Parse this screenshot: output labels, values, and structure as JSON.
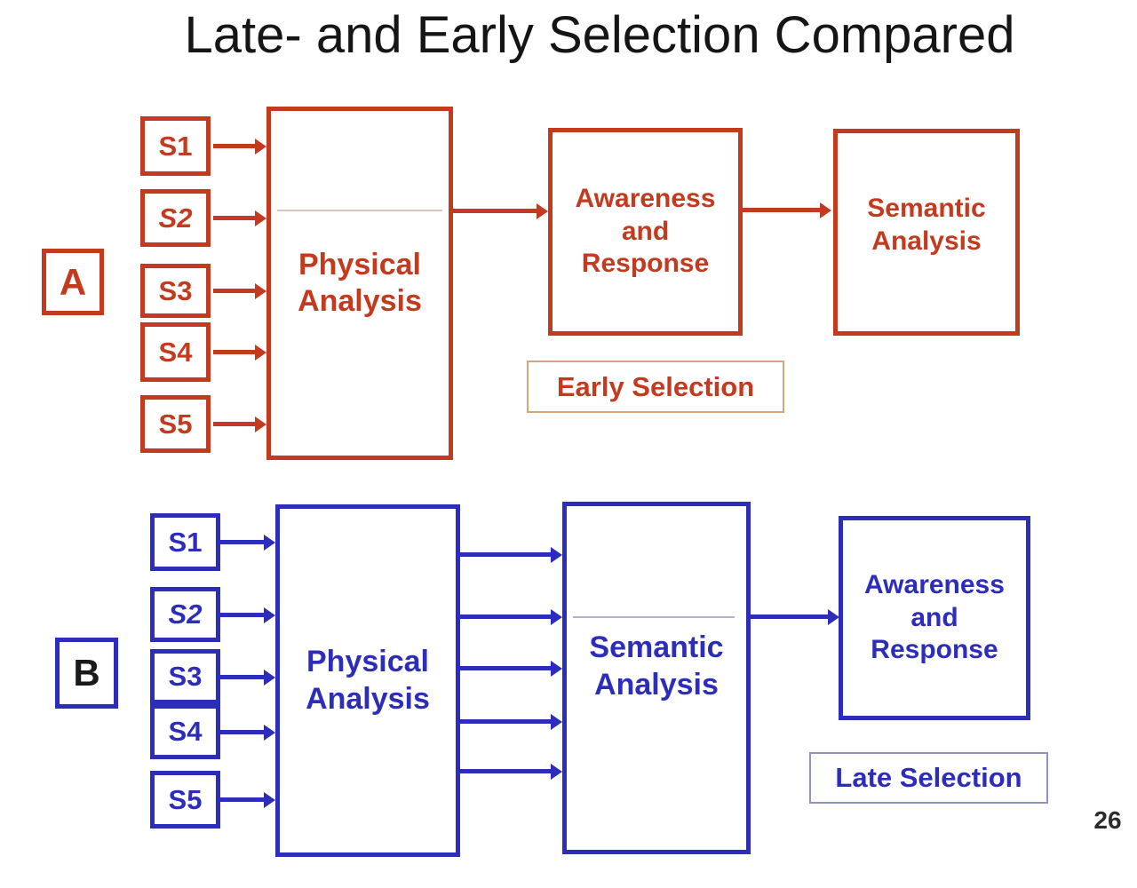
{
  "title": "Late- and Early Selection Compared",
  "page_number": "26",
  "colors": {
    "panel_a_red": "#c43a1e",
    "panel_b_blue": "#2d2dbb",
    "panel_b_label_text": "#1a1a1a",
    "early_caption_border": "#d8a47e",
    "late_caption_border": "#9292c2",
    "title_text": "#151515"
  },
  "panel_a": {
    "label": "A",
    "stimuli": [
      "S1",
      "S2",
      "S3",
      "S4",
      "S5"
    ],
    "physical_box": "Physical\nAnalysis",
    "awareness_box": "Awareness\nand\nResponse",
    "semantic_box": "Semantic\nAnalysis",
    "caption": "Early Selection"
  },
  "panel_b": {
    "label": "B",
    "stimuli": [
      "S1",
      "S2",
      "S3",
      "S4",
      "S5"
    ],
    "physical_box": "Physical\nAnalysis",
    "semantic_box": "Semantic\nAnalysis",
    "awareness_box": "Awareness\nand\nResponse",
    "caption": "Late Selection"
  }
}
